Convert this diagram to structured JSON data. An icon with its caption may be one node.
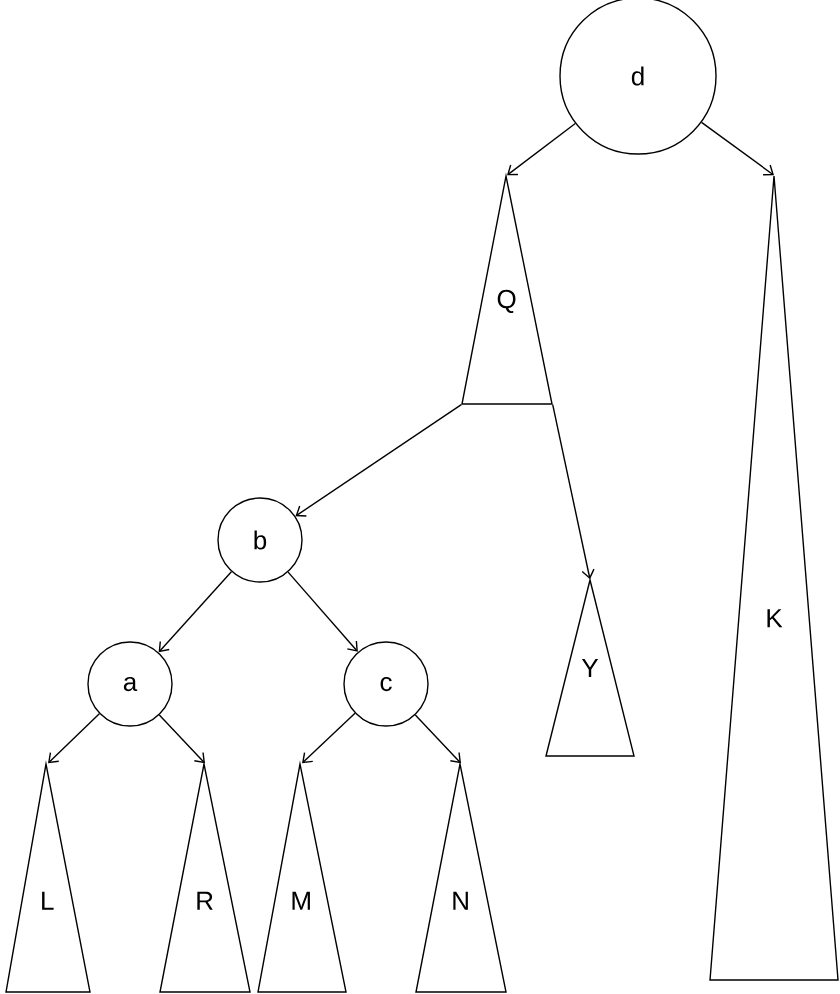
{
  "diagram": {
    "nodes": [
      {
        "text": [
          "d"
        ]
      },
      {
        "text": [
          "Q"
        ]
      },
      {
        "text": [
          "K"
        ]
      },
      {
        "text": [
          "b"
        ]
      },
      {
        "text": [
          "Y"
        ]
      },
      {
        "text": [
          "a"
        ]
      },
      {
        "text": [
          "c"
        ]
      },
      {
        "text": [
          "L"
        ]
      },
      {
        "text": [
          "R"
        ]
      },
      {
        "text": [
          "M"
        ]
      },
      {
        "text": [
          "N"
        ]
      }
    ],
    "edges": [
      {
        "from": 0,
        "to": 1,
        "arrow": "to"
      },
      {
        "from": 0,
        "to": 2,
        "arrow": "to"
      },
      {
        "from": 1,
        "to": 3,
        "arrow": "to"
      },
      {
        "from": 1,
        "to": 4,
        "arrow": "to"
      },
      {
        "from": 3,
        "to": 5,
        "arrow": "to"
      },
      {
        "from": 3,
        "to": 6,
        "arrow": "to"
      },
      {
        "from": 5,
        "to": 7,
        "arrow": "to"
      },
      {
        "from": 5,
        "to": 8,
        "arrow": "to"
      },
      {
        "from": 6,
        "to": 9,
        "arrow": "to"
      },
      {
        "from": 6,
        "to": 10,
        "arrow": "to"
      }
    ]
  }
}
